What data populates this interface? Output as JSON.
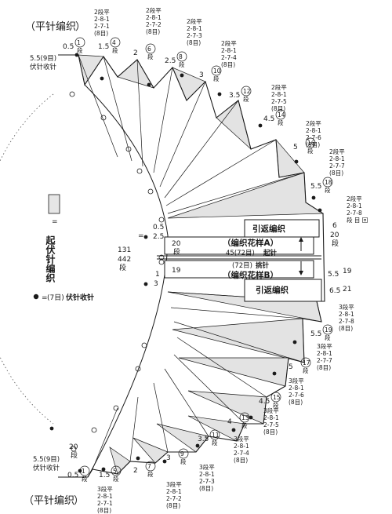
{
  "labels": {
    "pattern_top": "（平针编织",
    "pattern_bottom": "（平针编织",
    "cast_on_legend": "起伏针编织",
    "bindoff_legend_prefix": "=",
    "bindoff_legend_count": "(7目)",
    "bindoff_legend_text": "伏针收针",
    "center_width": "131",
    "center_rows": "442",
    "center_rows_unit": "段",
    "short_row": "引返编织",
    "pattern_a": "（编织花样A）",
    "pattern_b": "（编织花样B）",
    "pickup_count": "45(72目)",
    "pickup_label": "起针",
    "pickup_count_b": "(72目)",
    "pickup_label_b": "挑针",
    "top_edge_value": "5.5(9目)",
    "top_edge_text": "伏针收针",
    "bottom_edge_value": "5.5(9目)",
    "bottom_edge_text": "伏针收针",
    "right_top_6": "6",
    "right_top_20": "20",
    "right_top_20_unit": "段",
    "right_bot_55": "5.5",
    "right_bot_19": "19",
    "right_bot_65": "6.5",
    "right_bot_21": "21",
    "left_top_05": "0.5",
    "left_top_20": "20",
    "left_top_20_unit": "段",
    "left_bot_1": "1",
    "left_bot_19": "19",
    "left_bot_3": "3",
    "left_mark_eq": "=",
    "bot_left_20": "20",
    "bot_left_unit": "段"
  },
  "top_segments": [
    {
      "w": "0.5",
      "rows": "1"
    },
    {
      "w": "1.5",
      "rows": "4"
    },
    {
      "w": "2",
      "rows": "6"
    },
    {
      "w": "2.5",
      "rows": "8"
    },
    {
      "w": "3",
      "rows": "10"
    },
    {
      "w": "3.5",
      "rows": "12"
    },
    {
      "w": "4.5",
      "rows": "14"
    },
    {
      "w": "5",
      "rows": "16"
    },
    {
      "w": "5.5",
      "rows": "18"
    }
  ],
  "top_notes": [
    {
      "l1": "2段平",
      "l2": "2-8-1",
      "l3": "2-7-1",
      "l4": "(8目)"
    },
    {
      "l1": "2段平",
      "l2": "2-8-1",
      "l3": "2-7-2",
      "l4": "(8目)"
    },
    {
      "l1": "2段平",
      "l2": "2-8-1",
      "l3": "2-7-3",
      "l4": "(8目)"
    },
    {
      "l1": "2段平",
      "l2": "2-8-1",
      "l3": "2-7-4",
      "l4": "(8目)"
    },
    {
      "l1": "2段平",
      "l2": "2-8-1",
      "l3": "2-7-5",
      "l4": "(8目)"
    },
    {
      "l1": "2段平",
      "l2": "2-8-1",
      "l3": "2-7-6",
      "l4": "(8目)"
    },
    {
      "l1": "2段平",
      "l2": "2-8-1",
      "l3": "2-7-7",
      "l4": "(8目)"
    },
    {
      "l1": "2段平",
      "l2": "2-8-1",
      "l3": "2-7-8",
      "l4": "段 目 回"
    }
  ],
  "bottom_segments": [
    {
      "w": "0.5",
      "rows": "1"
    },
    {
      "w": "1.5",
      "rows": "5"
    },
    {
      "w": "2",
      "rows": "7"
    },
    {
      "w": "3",
      "rows": "9"
    },
    {
      "w": "3.5",
      "rows": "11"
    },
    {
      "w": "4",
      "rows": "13"
    },
    {
      "w": "4.5",
      "rows": "15"
    },
    {
      "w": "5",
      "rows": "17"
    },
    {
      "w": "5.5",
      "rows": "19"
    }
  ],
  "bottom_notes": [
    {
      "l1": "3段平",
      "l2": "2-8-1",
      "l3": "2-7-1",
      "l4": "(8目)"
    },
    {
      "l1": "3段平",
      "l2": "2-8-1",
      "l3": "2-7-2",
      "l4": "(8目)"
    },
    {
      "l1": "3段平",
      "l2": "2-8-1",
      "l3": "2-7-3",
      "l4": "(8目)"
    },
    {
      "l1": "3段平",
      "l2": "2-8-1",
      "l3": "2-7-4",
      "l4": "(8目)"
    },
    {
      "l1": "3段平",
      "l2": "2-8-1",
      "l3": "2-7-5",
      "l4": "(8目)"
    },
    {
      "l1": "3段平",
      "l2": "2-8-1",
      "l3": "2-7-6",
      "l4": "(8目)"
    },
    {
      "l1": "3段平",
      "l2": "2-8-1",
      "l3": "2-7-7",
      "l4": "(8目)"
    },
    {
      "l1": "3段平",
      "l2": "2-8-1",
      "l3": "2-7-8",
      "l4": "(8目)"
    }
  ]
}
